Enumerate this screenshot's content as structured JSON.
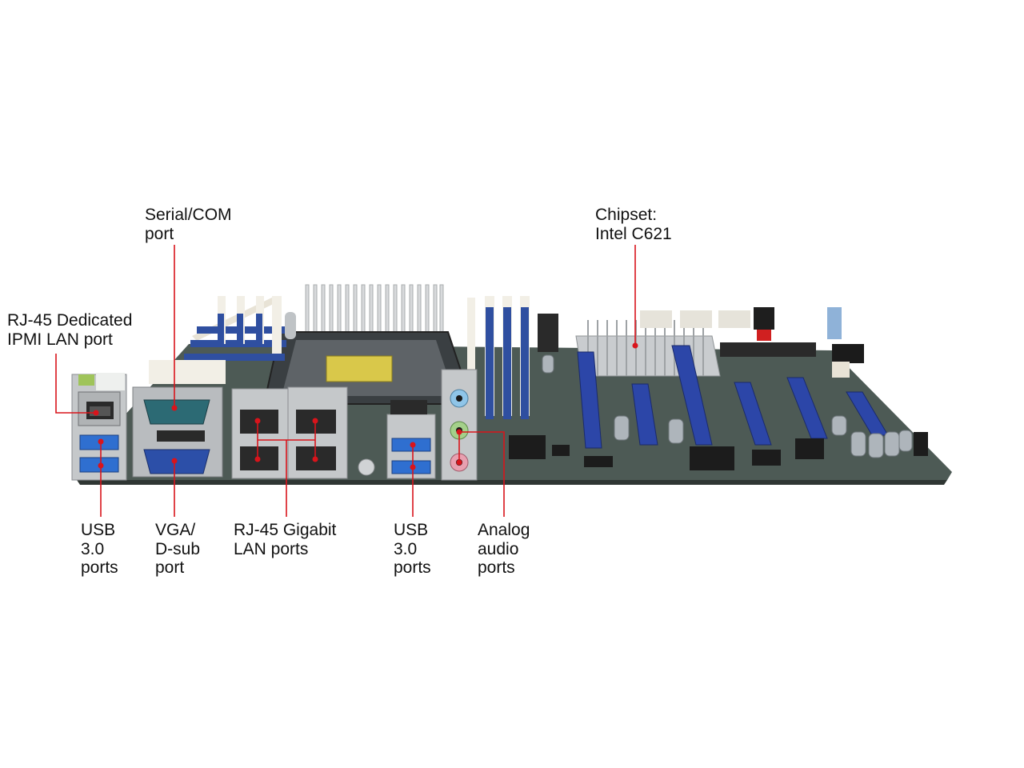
{
  "callouts": {
    "serial_com": "Serial/COM\nport",
    "chipset": "Chipset:\nIntel C621",
    "ipmi_lan": "RJ-45 Dedicated\nIPMI LAN port",
    "usb_left": "USB\n3.0\nports",
    "vga": "VGA/\nD-sub\nport",
    "gigabit_lan": "RJ-45 Gigabit\nLAN ports",
    "usb_mid": "USB\n3.0\nports",
    "audio": "Analog\naudio\nports"
  },
  "colors": {
    "pcb": "#4d5a55",
    "dimm_slot": "#2f4fa0",
    "pcie_slot": "#2c46a8",
    "heatsink": "#c9cccf",
    "usb_port": "#2f6fd0",
    "callout_line": "#d9141b",
    "io_metal": "#b9bcbf"
  }
}
